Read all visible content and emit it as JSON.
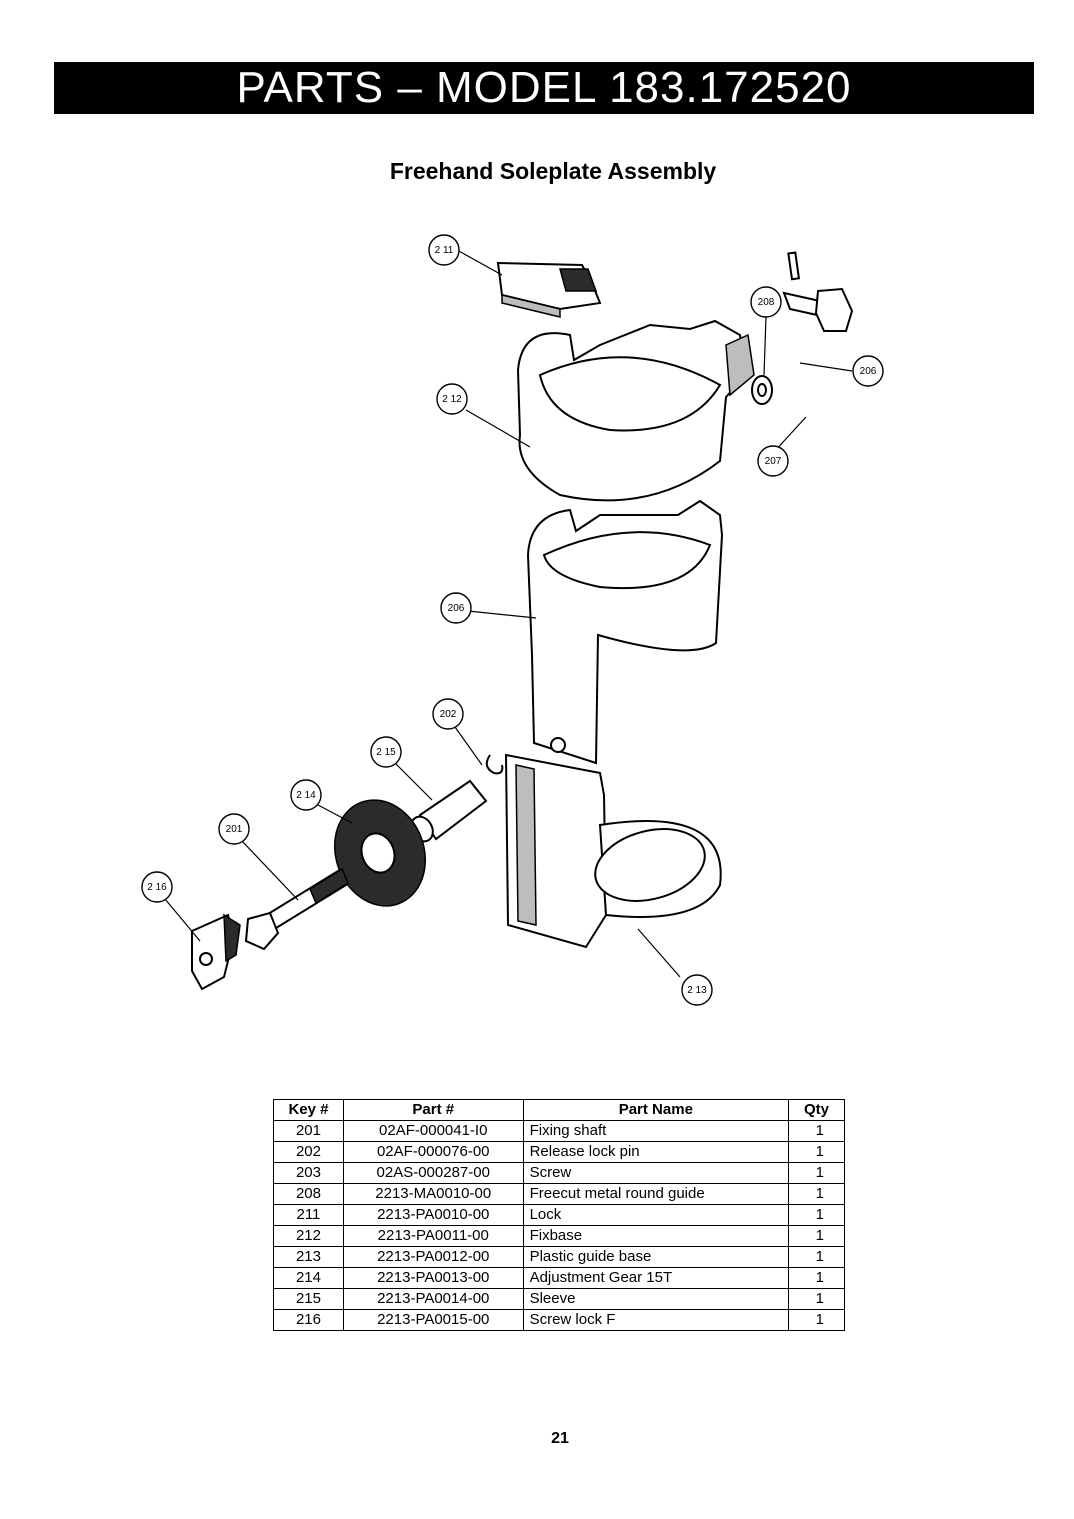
{
  "header": {
    "title": "PARTS – MODEL 183.172520"
  },
  "section": {
    "title": "Freehand Soleplate Assembly"
  },
  "diagram": {
    "callouts": [
      "2 11",
      "208",
      "206",
      "2 12",
      "207",
      "206",
      "202",
      "2 15",
      "2 14",
      "201",
      "2 16",
      "2 13"
    ]
  },
  "table": {
    "headers": [
      "Key #",
      "Part #",
      "Part Name",
      "Qty"
    ],
    "rows": [
      [
        "201",
        "02AF-000041-I0",
        "Fixing shaft",
        "1"
      ],
      [
        "202",
        "02AF-000076-00",
        "Release lock pin",
        "1"
      ],
      [
        "203",
        "02AS-000287-00",
        "Screw",
        "1"
      ],
      [
        "208",
        "2213-MA0010-00",
        "Freecut metal round guide",
        "1"
      ],
      [
        "211",
        "2213-PA0010-00",
        "Lock",
        "1"
      ],
      [
        "212",
        "2213-PA0011-00",
        "Fixbase",
        "1"
      ],
      [
        "213",
        "2213-PA0012-00",
        "Plastic guide base",
        "1"
      ],
      [
        "214",
        "2213-PA0013-00",
        "Adjustment Gear 15T",
        "1"
      ],
      [
        "215",
        "2213-PA0014-00",
        "Sleeve",
        "1"
      ],
      [
        "216",
        "2213-PA0015-00",
        "Screw lock F",
        "1"
      ]
    ]
  },
  "footer": {
    "page_number": "21"
  }
}
